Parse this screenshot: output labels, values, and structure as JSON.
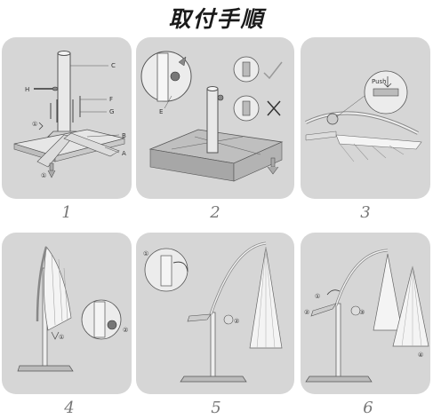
{
  "title": "取付手順",
  "steps": [
    {
      "number": "1",
      "labels": [
        "C",
        "H",
        "F",
        "G",
        "B",
        "A",
        "①",
        "①"
      ]
    },
    {
      "number": "2",
      "labels": [
        "E"
      ]
    },
    {
      "number": "3",
      "labels": [
        "Push"
      ]
    },
    {
      "number": "4",
      "labels": [
        "①",
        "②"
      ]
    },
    {
      "number": "5",
      "labels": [
        "①",
        "②"
      ]
    },
    {
      "number": "6",
      "labels": [
        "①",
        "②",
        "③",
        "④"
      ]
    }
  ]
}
